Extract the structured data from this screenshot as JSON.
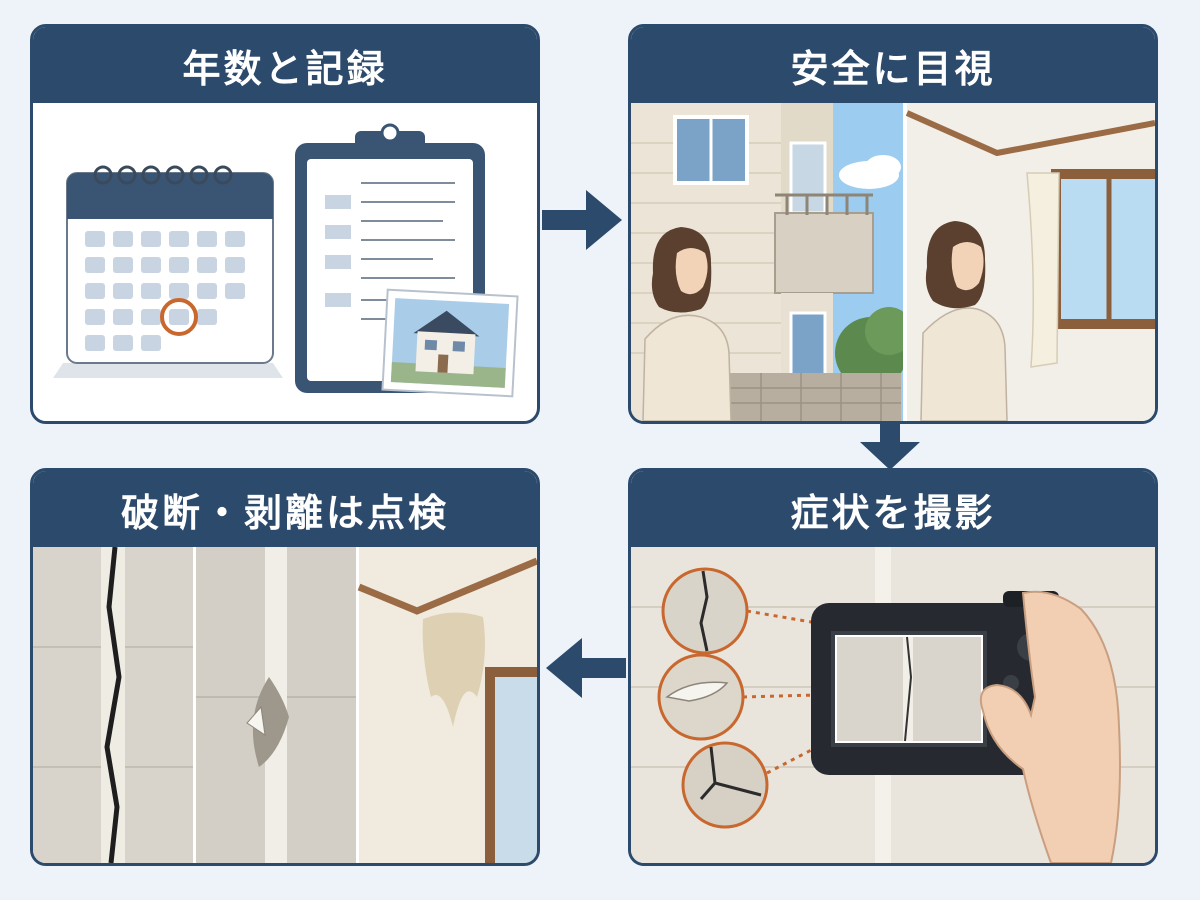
{
  "steps": [
    {
      "title": "年数と記録",
      "icons": [
        "calendar-icon",
        "clipboard-icon",
        "house-photo-icon"
      ]
    },
    {
      "title": "安全に目視",
      "icons": [
        "person-icon",
        "exterior-house-icon",
        "window-icon"
      ]
    },
    {
      "title": "症状を撮影",
      "icons": [
        "camera-icon",
        "hand-icon",
        "crack-detail-icon"
      ]
    },
    {
      "title": "破断・剥離は点検",
      "icons": [
        "sealant-crack-icon",
        "peeling-icon",
        "water-stain-icon"
      ]
    }
  ],
  "flow": [
    "step-1 → step-2",
    "step-2 → step-3",
    "step-3 → step-4"
  ],
  "colors": {
    "header": "#2c4a6b",
    "accent": "#c8682f",
    "background": "#eef3f9",
    "card": "#ffffff"
  }
}
